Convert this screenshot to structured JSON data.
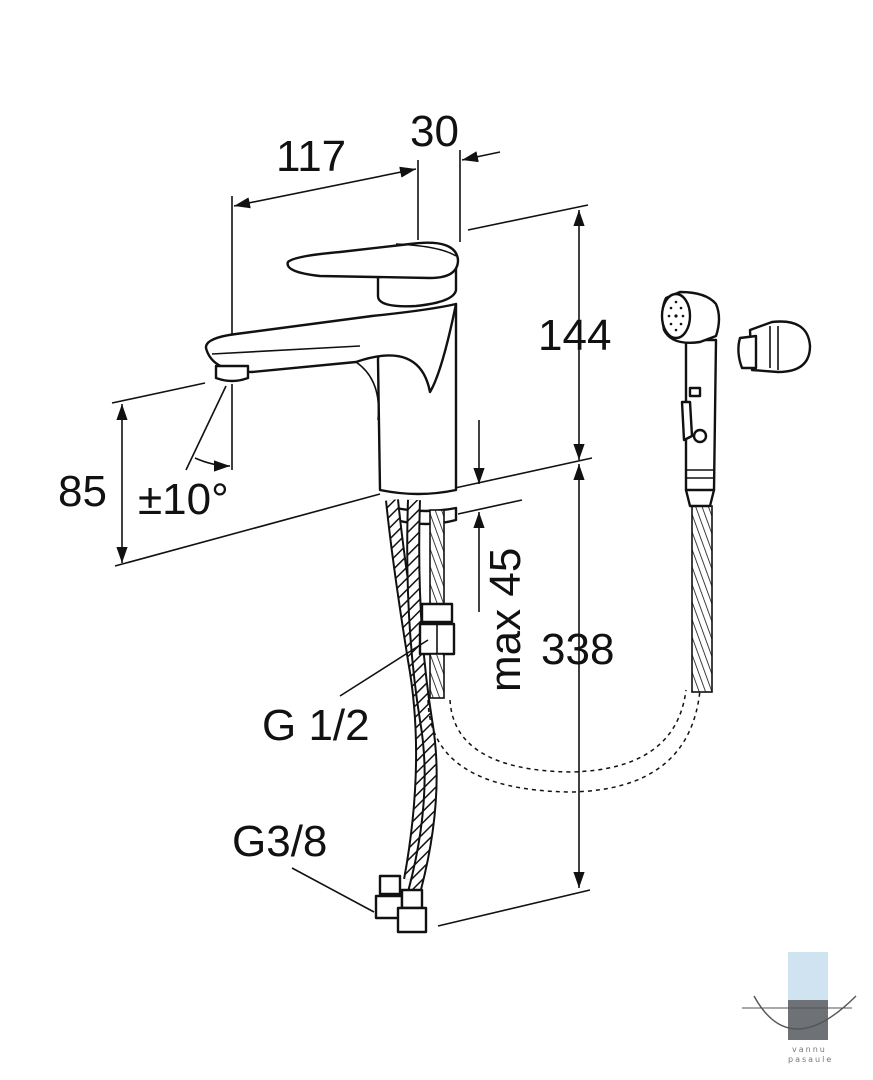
{
  "dimensions": {
    "spout_reach": "117",
    "lever_offset": "30",
    "body_height": "144",
    "spout_height": "85",
    "swivel_angle": "±10°",
    "max_deck_thickness": "max 45",
    "hose_length": "338"
  },
  "connections": {
    "outlet_thread": "G 1/2",
    "supply_thread": "G3/8"
  },
  "logo": {
    "text_line1": "vannu",
    "text_line2": "pasaule"
  }
}
